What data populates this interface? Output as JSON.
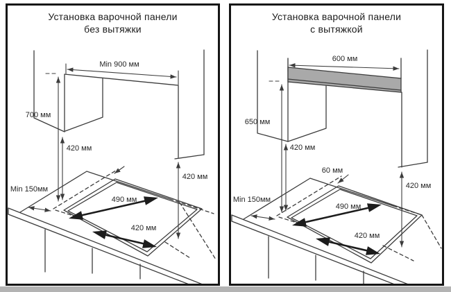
{
  "panels": [
    {
      "title": [
        "Установка варочной панели",
        "без вытяжки"
      ],
      "dim_top_width": "Min 900 мм",
      "dim_height_left": "700 мм",
      "dim_height_center": "420 мм",
      "dim_height_right": "420 мм",
      "dim_side_clearance": "Min 150мм",
      "dim_cutout_length": "490 мм",
      "dim_cutout_width": "420 мм"
    },
    {
      "title": [
        "Установка варочной панели",
        "с вытяжкой"
      ],
      "dim_top_width": "600 мм",
      "dim_height_left": "650 мм",
      "dim_height_center": "420 мм",
      "dim_height_right": "420 мм",
      "dim_back_offset": "60 мм",
      "dim_side_clearance": "Min 150мм",
      "dim_cutout_length": "490 мм",
      "dim_cutout_width": "420 мм"
    }
  ],
  "colors": {
    "line": "#3c3c3c",
    "arrow_fill": "#1c1c1c",
    "hood_fill": "#a9a9a9",
    "border": "#161616",
    "background": "#ffffff",
    "footer_band": "#b3b3b3"
  }
}
